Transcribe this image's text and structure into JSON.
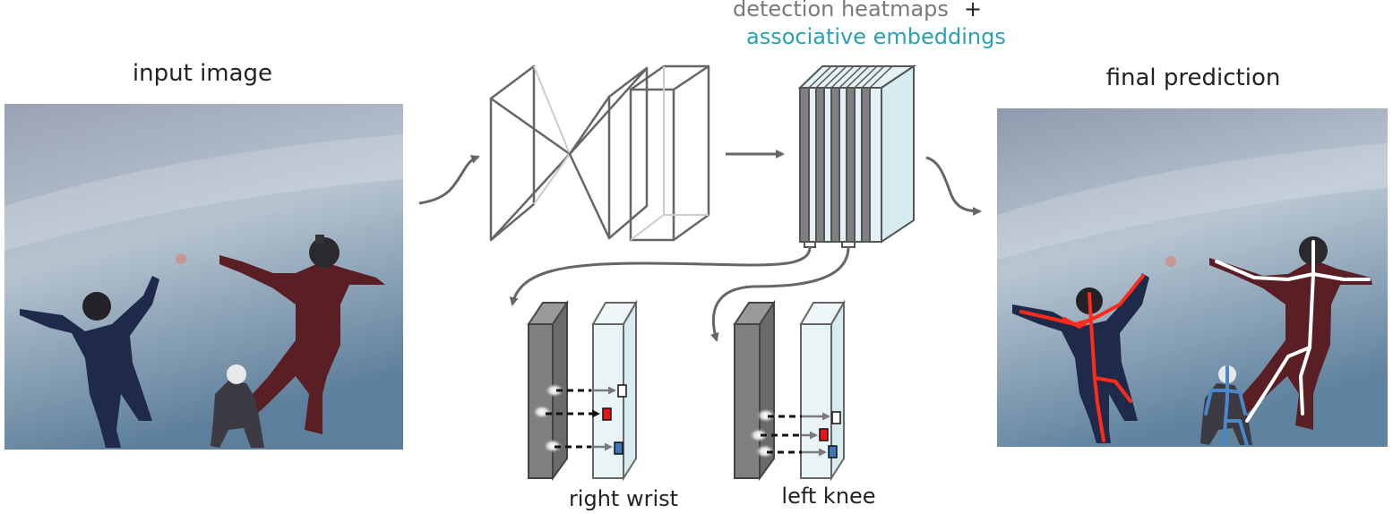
{
  "labels": {
    "input": "input image",
    "heatmaps": "detection heatmaps",
    "plus": "+",
    "embeddings": "associative embeddings",
    "final": "final prediction",
    "right_wrist": "right wrist",
    "left_knee": "left knee"
  },
  "colors": {
    "heatmaps_text": "#7a7a7a",
    "embeddings_text": "#2aa0b4",
    "label_text": "#222222",
    "sky_top": "#8d98ab",
    "sky_bottom": "#5f7f9a",
    "arrow": "#666666",
    "slab_dark": "#808080",
    "slab_light": "#e4f1f5",
    "skeleton_red": "#ff2a1a",
    "skeleton_white": "#ffffff",
    "skeleton_blue": "#4a86c8",
    "embed_white": "#ffffff",
    "embed_red": "#e4161a",
    "embed_blue": "#3a78b8"
  },
  "icons": [
    "hourglass-network-icon",
    "feature-stack-icon",
    "skydiver-photo",
    "heatmap-slab-icon",
    "embedding-slab-icon"
  ]
}
